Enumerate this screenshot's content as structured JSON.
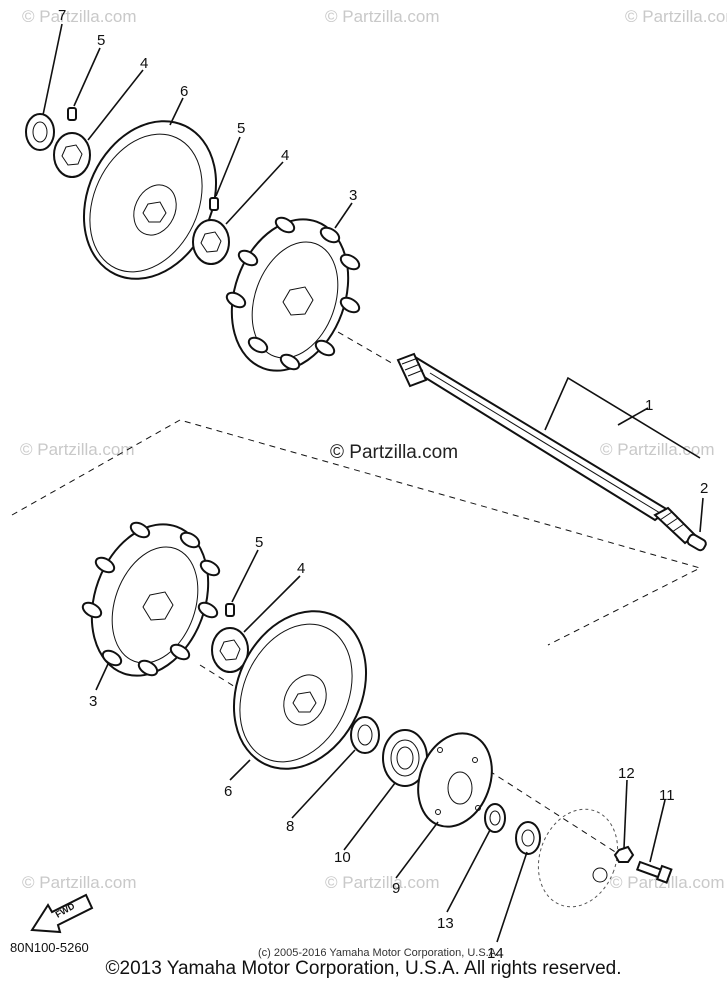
{
  "watermarks": {
    "corner": "© Partzilla.com",
    "center": "© Partzilla.com"
  },
  "callouts": [
    "1",
    "2",
    "3",
    "4",
    "5",
    "6",
    "7",
    "8",
    "9",
    "10",
    "11",
    "12",
    "13",
    "14"
  ],
  "drawing_ref": "80N100-5260",
  "fwd_label": "FWD",
  "small_copyright": "(c) 2005-2016 Yamaha Motor Corporation, U.S.A.",
  "footer": "©2013 Yamaha Motor Corporation, U.S.A. All rights reserved."
}
